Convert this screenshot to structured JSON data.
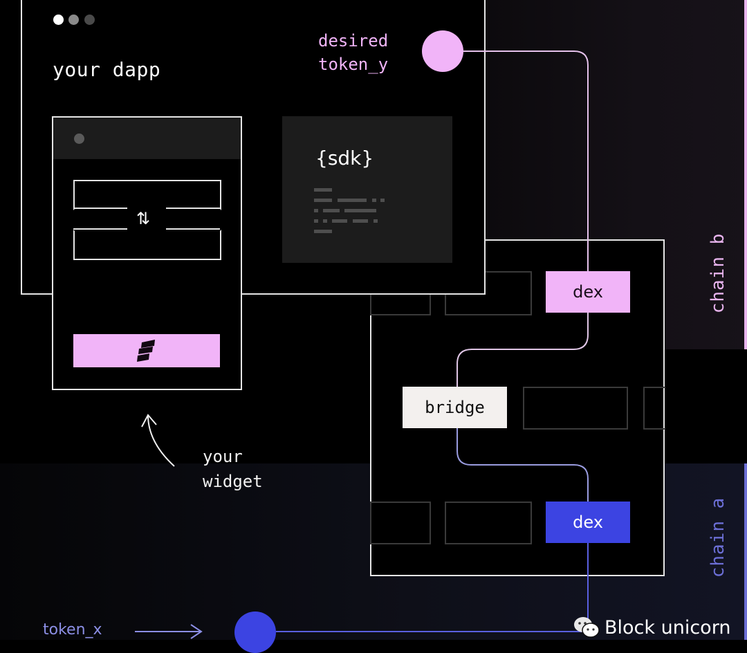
{
  "diagram": {
    "title": "your dapp",
    "window_dots": [
      "#ffffff",
      "#8a8a8a",
      "#4a4a4a"
    ],
    "sdk": {
      "title": "{sdk}"
    },
    "widget": {
      "caption_line1": "your",
      "caption_line2": "widget",
      "swap_icon": "⇅",
      "button_icon": "brand-logo-icon"
    },
    "tokens": {
      "desired_line1": "desired",
      "desired_line2": "token_y",
      "source": "token_x"
    },
    "nodes": {
      "dex_chain_b": "dex",
      "bridge": "bridge",
      "dex_chain_a": "dex"
    },
    "chains": {
      "b": "chain b",
      "a": "chain a"
    },
    "watermark": "Block unicorn",
    "colors": {
      "pink": "#f1b4f8",
      "blue": "#3c44e2",
      "chain_a_text": "#6c6fd6",
      "bridge_bg": "#f3f0ee"
    }
  }
}
